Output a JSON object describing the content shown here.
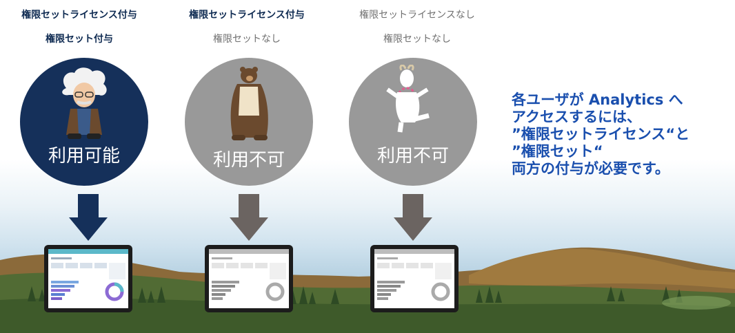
{
  "columns": [
    {
      "license": "権限セットライセンス付与",
      "permset": "権限セット付与",
      "status": "利用可能",
      "character": "einstein-icon"
    },
    {
      "license": "権限セットライセンス付与",
      "permset": "権限セットなし",
      "status": "利用不可",
      "character": "bear-icon"
    },
    {
      "license": "権限セットライセンスなし",
      "permset": "権限セットなし",
      "status": "利用不可",
      "character": "goat-icon"
    }
  ],
  "explanation": {
    "line1": "各ユーザが Analytics へ",
    "line2": "アクセスするには、",
    "line3": "”権限セットライセンス“と",
    "line4": "”権限セット“",
    "line5": "両方の付与が必要です。"
  },
  "colors": {
    "active_circle": "#15305a",
    "inactive_circle": "#999999",
    "active_arrow": "#15305a",
    "inactive_arrow": "#6b6461",
    "explanation_text": "#1a4fae"
  }
}
